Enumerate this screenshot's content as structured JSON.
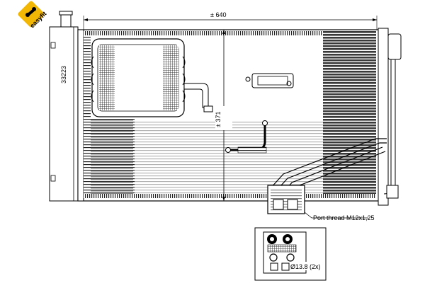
{
  "badge": {
    "text": "easyfit",
    "color": "#f2b705",
    "icon": "wrench-icon"
  },
  "dimensions": {
    "width_label": "± 640",
    "height_label": "± 371",
    "part_number": "33223"
  },
  "annotations": {
    "port_thread": "Port thread M12x1,25",
    "port_diameter": "Ø13.8 (2x)"
  },
  "colors": {
    "line": "#000000",
    "fin_fill": "#555555",
    "background": "#ffffff"
  }
}
